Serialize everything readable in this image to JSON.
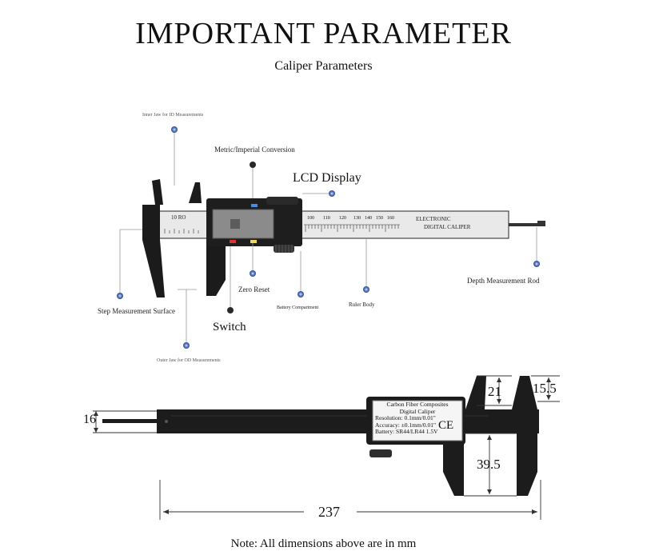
{
  "title": "IMPORTANT PARAMETER",
  "subtitle": "Caliper Parameters",
  "labels": {
    "inner_jaw": "Inner Jaw for ID Measurements",
    "metric_imperial": "Metric/Imperial Conversion",
    "lcd_display": "LCD Display",
    "step_surface": "Step Measurement Surface",
    "zero_reset": "Zero Reset",
    "battery": "Battery Compartment",
    "ruler_body": "Ruler Body",
    "depth_rod": "Depth Measurement Rod",
    "switch": "Switch",
    "outer_jaw": "Outer Jaw for OD Measurements"
  },
  "scale": {
    "left_text": "10 RO",
    "mm_scale": [
      "100",
      "110",
      "120",
      "130",
      "140",
      "150",
      "160"
    ],
    "brand_line1": "ELECTRONIC",
    "brand_line2": "DIGITAL CALIPER"
  },
  "spec_panel": {
    "line1": "Carbon Fiber Composites",
    "line2": "Digital Caliper",
    "line3": "Resolution: 0.1mm/0.01\"",
    "line4": "Accuracy: ±0.1mm/0.01\"",
    "line5": "Battery: SR44/LR44 1.5V",
    "mark": "CE"
  },
  "dimensions": {
    "rod_height": "16",
    "inner_jaw_height": "21",
    "jaw_width": "15.5",
    "outer_jaw_depth": "39.5",
    "total_length": "237"
  },
  "note": "Note: All dimensions above are in mm",
  "colors": {
    "body": "#1a1a1a",
    "scale": "#e8e8e8",
    "dot": "#3b5ea8",
    "lcd": "#7a7a7a"
  }
}
